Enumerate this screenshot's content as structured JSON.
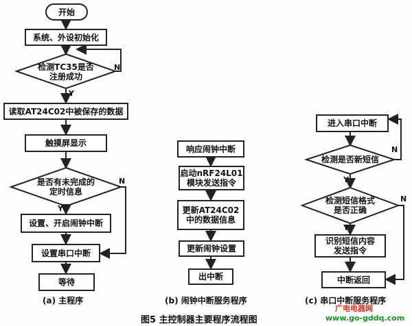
{
  "main_program": {
    "start": "开始",
    "init": "系统、外设初始化",
    "check_tc35": "检测TC35是否\n注册成功",
    "no_label": "N",
    "yes_label": "Y",
    "read_data": "读取AT24C02中被保存的数据",
    "display": "触摸屏显示",
    "check_timer": "是否有未完成的\n定时信息",
    "set_alarm": "设置、开启闹钟中断",
    "set_serial": "设置串口中断",
    "wait": "等待",
    "caption": "(a) 主程序"
  },
  "alarm_isr": {
    "entry": "响应闹钟中断",
    "nrf_send": "启动nRF24L01\n模块发送指令",
    "update_data": "更新AT24C02\n中的数据信息",
    "update_alarm": "更新闹钟设置",
    "exit": "出中断",
    "caption": "(b) 闹钟中断服务程序"
  },
  "serial_isr": {
    "entry": "进入串口中断",
    "check_sms": "检测是否新短信",
    "no_label": "N",
    "yes_label": "Y",
    "check_format": "检测短信格式\n是否正确",
    "identify": "识别短信内容\n发送指令",
    "return": "中断返回",
    "caption": "(c) 串口中断服务程序"
  },
  "figure": {
    "caption": "图5  主控制器主要程序流程图"
  },
  "watermark": {
    "line1": "广电电器网",
    "line2": "www.go-gddq.com"
  }
}
